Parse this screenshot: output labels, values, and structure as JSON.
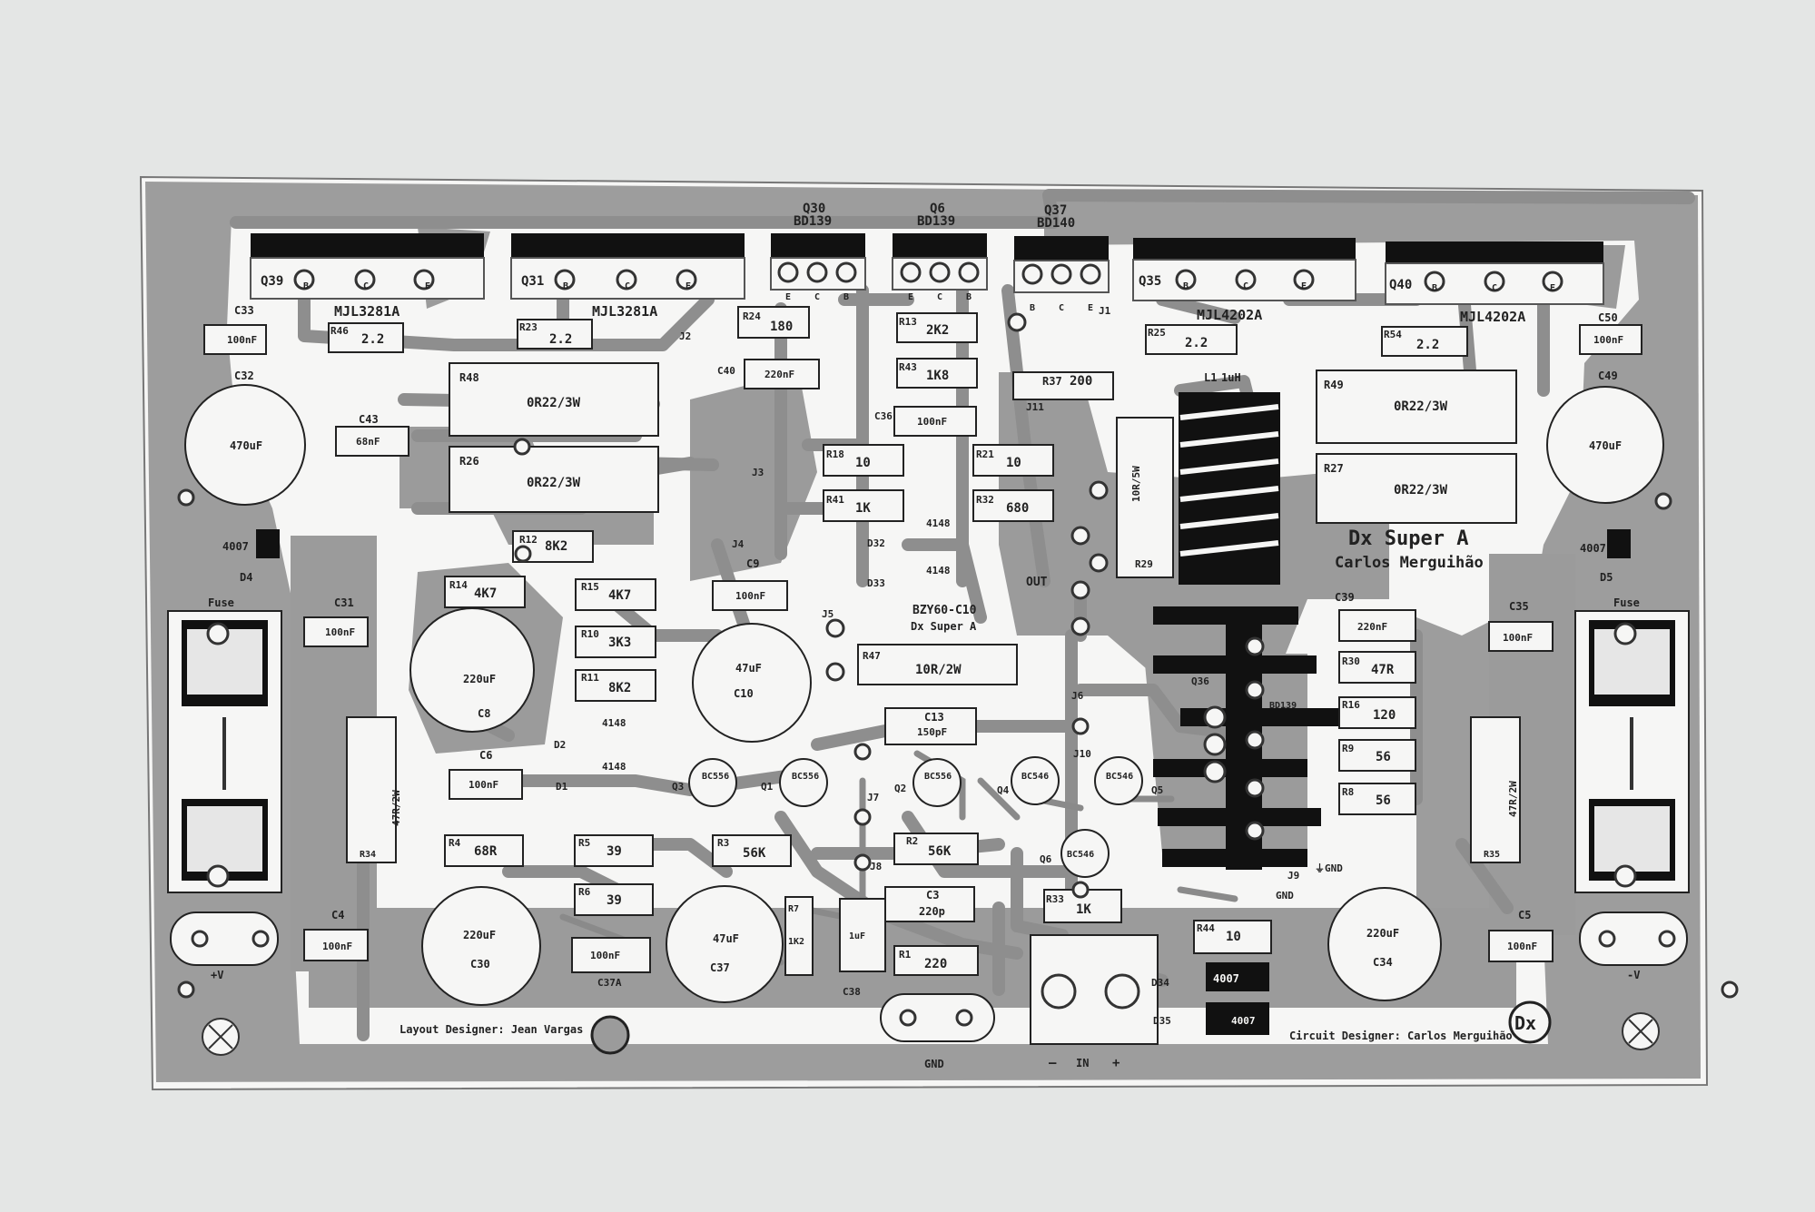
{
  "board": {
    "title": "Dx Super A",
    "subtitle": "Carlos Merguihão",
    "layout_credit": "Layout Designer: Jean Vargas",
    "circuit_credit": "Circuit Designer: Carlos Merguihão",
    "logo": "Dx",
    "dx_label": "Dx Super A",
    "zener_label": "BZY60-C10",
    "out_label": "OUT",
    "gnd_label": "GND",
    "gnd_label_small": "GND",
    "in_label": "IN",
    "in_minus": "–",
    "in_plus": "+",
    "plus_v": "+V",
    "minus_v": "-V",
    "fuse_left": "Fuse",
    "fuse_right": "Fuse",
    "ground_mark": "⏚GND"
  },
  "colors": {
    "paper": "#e4e6e5",
    "board": "#f6f6f5",
    "copper": "#9b9b9b",
    "track": "#8e8e8e",
    "black": "#111111"
  },
  "transistors_top": [
    {
      "ref": "Q39",
      "part": "MJL3281A",
      "pins": [
        "B",
        "C",
        "E"
      ]
    },
    {
      "ref": "Q31",
      "part": "MJL3281A",
      "pins": [
        "B",
        "C",
        "E"
      ]
    },
    {
      "ref": "Q30",
      "part": "BD139",
      "pins": [
        "E",
        "C",
        "B"
      ]
    },
    {
      "ref": "Q6",
      "part": "BD139",
      "pins": [
        "E",
        "C",
        "B"
      ]
    },
    {
      "ref": "Q37",
      "part": "BD140",
      "pins": [
        "B",
        "C",
        "E"
      ]
    },
    {
      "ref": "Q35",
      "part": "MJL4202A",
      "pins": [
        "B",
        "C",
        "E"
      ]
    },
    {
      "ref": "Q40",
      "part": "MJL4202A",
      "pins": [
        "B",
        "C",
        "E"
      ]
    }
  ],
  "resistors": [
    {
      "ref": "R46",
      "value": "2.2"
    },
    {
      "ref": "R23",
      "value": "2.2"
    },
    {
      "ref": "R24",
      "value": "180"
    },
    {
      "ref": "R13",
      "value": "2K2"
    },
    {
      "ref": "R43",
      "value": "1K8"
    },
    {
      "ref": "R25",
      "value": "2.2"
    },
    {
      "ref": "R54",
      "value": "2.2"
    },
    {
      "ref": "R48",
      "value": "0R22/3W"
    },
    {
      "ref": "R26",
      "value": "0R22/3W"
    },
    {
      "ref": "R49",
      "value": "0R22/3W"
    },
    {
      "ref": "R27",
      "value": "0R22/3W"
    },
    {
      "ref": "R37",
      "value": "200"
    },
    {
      "ref": "R18",
      "value": "10"
    },
    {
      "ref": "R41",
      "value": "1K"
    },
    {
      "ref": "R21",
      "value": "10"
    },
    {
      "ref": "R32",
      "value": "680"
    },
    {
      "ref": "R12",
      "value": "8K2"
    },
    {
      "ref": "R14",
      "value": "4K7"
    },
    {
      "ref": "R15",
      "value": "4K7"
    },
    {
      "ref": "R10",
      "value": "3K3"
    },
    {
      "ref": "R11",
      "value": "8K2"
    },
    {
      "ref": "R47",
      "value": "10R/2W"
    },
    {
      "ref": "R29",
      "value": "10R/5W"
    },
    {
      "ref": "R30",
      "value": "47R"
    },
    {
      "ref": "R16",
      "value": "120"
    },
    {
      "ref": "R9",
      "value": "56"
    },
    {
      "ref": "R8",
      "value": "56"
    },
    {
      "ref": "R4",
      "value": "68R"
    },
    {
      "ref": "R5",
      "value": "39"
    },
    {
      "ref": "R6",
      "value": "39"
    },
    {
      "ref": "R3",
      "value": "56K"
    },
    {
      "ref": "R2",
      "value": "56K"
    },
    {
      "ref": "R1",
      "value": "220"
    },
    {
      "ref": "R7",
      "value": "1K2"
    },
    {
      "ref": "R33",
      "value": "1K"
    },
    {
      "ref": "R44",
      "value": "10"
    },
    {
      "ref": "R34",
      "value": "47R/2W"
    },
    {
      "ref": "R35",
      "value": "47R/2W"
    }
  ],
  "capacitors": [
    {
      "ref": "C33",
      "value": "100nF"
    },
    {
      "ref": "C32",
      "value": "470uF"
    },
    {
      "ref": "C43",
      "value": "68nF"
    },
    {
      "ref": "C40",
      "value": "220nF"
    },
    {
      "ref": "C36",
      "value": "100nF"
    },
    {
      "ref": "C50",
      "value": "100nF"
    },
    {
      "ref": "C49",
      "value": "470uF"
    },
    {
      "ref": "C31",
      "value": "100nF"
    },
    {
      "ref": "C8",
      "value": "220uF"
    },
    {
      "ref": "C9",
      "value": "100nF"
    },
    {
      "ref": "C10",
      "value": "47uF"
    },
    {
      "ref": "C6",
      "value": "100nF"
    },
    {
      "ref": "C13",
      "value": "150pF"
    },
    {
      "ref": "C39",
      "value": "220nF"
    },
    {
      "ref": "C35",
      "value": "100nF"
    },
    {
      "ref": "C4",
      "value": "100nF"
    },
    {
      "ref": "C30",
      "value": "220uF"
    },
    {
      "ref": "C37",
      "value": "47uF"
    },
    {
      "ref": "C37A",
      "value": "100nF"
    },
    {
      "ref": "C3",
      "value": "220p"
    },
    {
      "ref": "C38",
      "value": "1uF"
    },
    {
      "ref": "C34",
      "value": "220uF"
    },
    {
      "ref": "C5",
      "value": "100nF"
    }
  ],
  "diodes": [
    {
      "ref": "D4",
      "value": "4007"
    },
    {
      "ref": "D5",
      "value": "4007"
    },
    {
      "ref": "D32",
      "value": "4148"
    },
    {
      "ref": "D33",
      "value": "4148"
    },
    {
      "ref": "D2",
      "value": "4148"
    },
    {
      "ref": "D1",
      "value": "4148"
    },
    {
      "ref": "D34",
      "value": "4007"
    },
    {
      "ref": "D35",
      "value": "4007"
    }
  ],
  "small_transistors": [
    {
      "ref": "Q3",
      "part": "BC556"
    },
    {
      "ref": "Q1",
      "part": "BC556"
    },
    {
      "ref": "Q2",
      "part": "BC556"
    },
    {
      "ref": "Q4",
      "part": "BC546"
    },
    {
      "ref": "Q5",
      "part": "BC546"
    },
    {
      "ref": "Q6",
      "part": "BC546"
    },
    {
      "ref": "Q36",
      "part": "BD139"
    }
  ],
  "jumpers": [
    "J1",
    "J2",
    "J3",
    "J4",
    "J5",
    "J6",
    "J7",
    "J8",
    "J9",
    "J10",
    "J11"
  ],
  "inductor": {
    "ref": "L1",
    "value": "1uH"
  }
}
